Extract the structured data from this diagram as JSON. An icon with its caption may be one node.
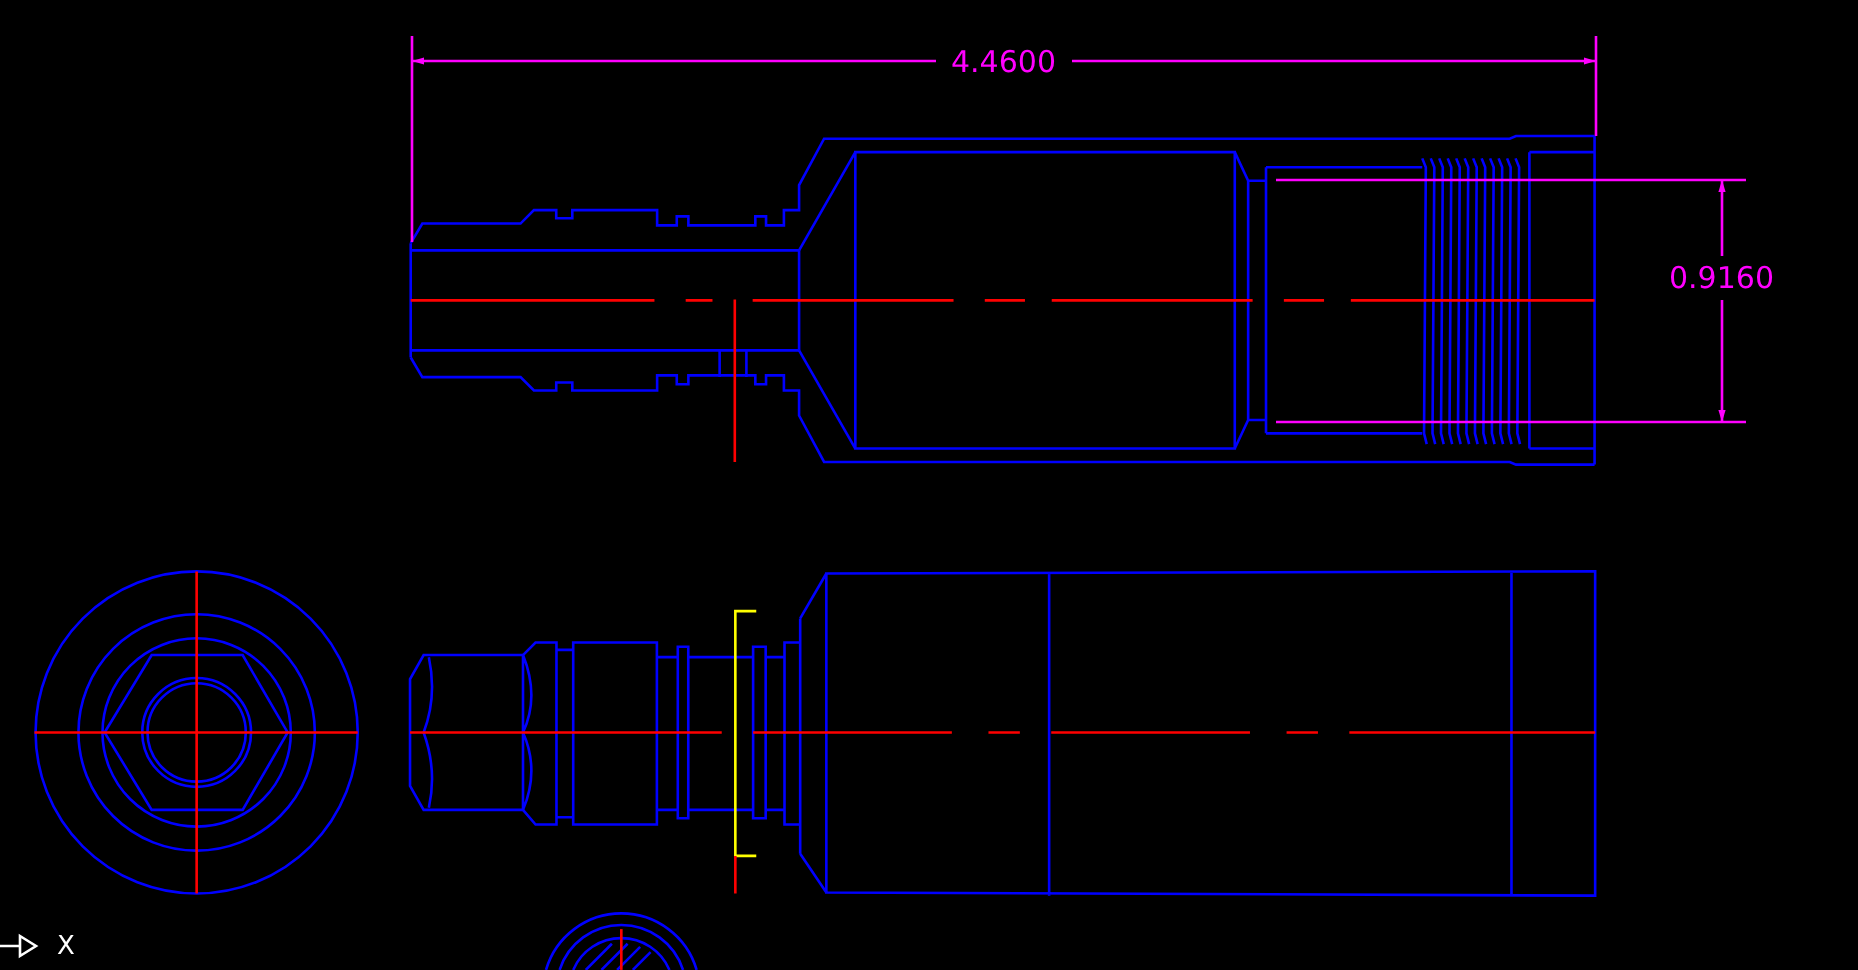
{
  "diagram": {
    "labels": [
      "4.4600",
      "0.9160",
      "X"
    ]
  }
}
